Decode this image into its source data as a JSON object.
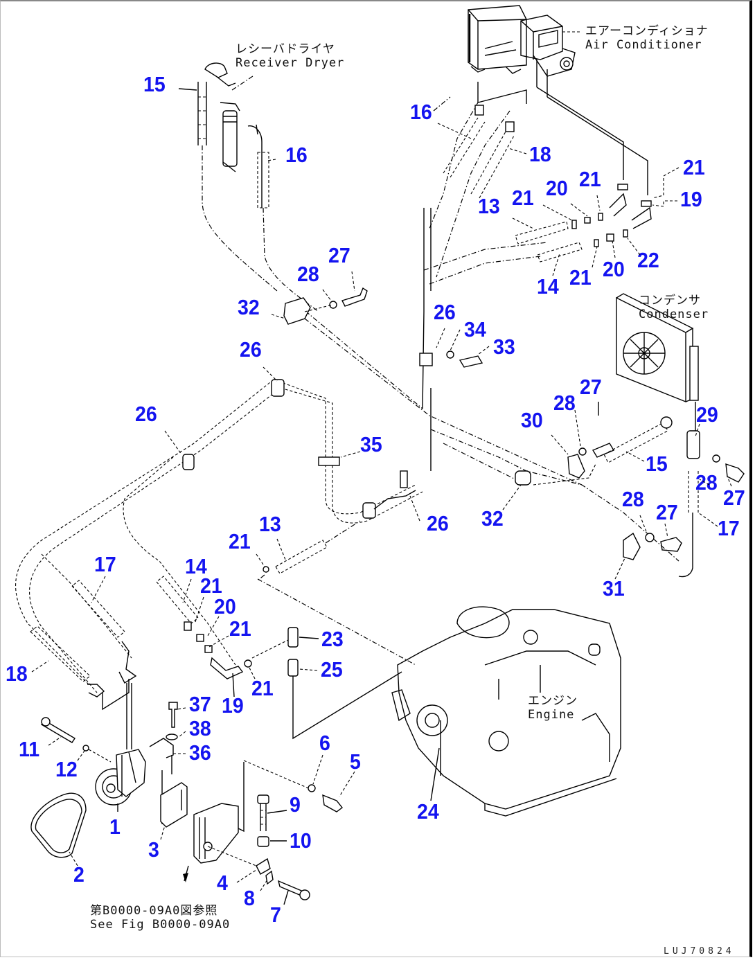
{
  "diagram": {
    "title": "Air Conditioner Piping Parts Diagram",
    "document_id": "LUJ70824",
    "colors": {
      "callout": "#1414f0",
      "line": "#000000",
      "background": "#ffffff"
    },
    "captions": {
      "receiver_dryer": {
        "jp": "レシーバドライヤ",
        "en": "Receiver Dryer"
      },
      "air_conditioner": {
        "jp": "エアーコンディショナ",
        "en": "Air Conditioner"
      },
      "condenser": {
        "jp": "コンデンサ",
        "en": "Condenser"
      },
      "engine": {
        "jp": "エンジン",
        "en": "Engine"
      },
      "see_fig": {
        "jp": "第B0000-09A0図参照",
        "en": "See Fig B0000-09A0"
      }
    },
    "callouts": [
      {
        "id": "c15a",
        "label": "15"
      },
      {
        "id": "c16a",
        "label": "16"
      },
      {
        "id": "c16b",
        "label": "16"
      },
      {
        "id": "c18a",
        "label": "18"
      },
      {
        "id": "c21a",
        "label": "21"
      },
      {
        "id": "c19a",
        "label": "19"
      },
      {
        "id": "c20a",
        "label": "20"
      },
      {
        "id": "c21b",
        "label": "21"
      },
      {
        "id": "c21c",
        "label": "21"
      },
      {
        "id": "c13a",
        "label": "13"
      },
      {
        "id": "c14a",
        "label": "14"
      },
      {
        "id": "c21d",
        "label": "21"
      },
      {
        "id": "c20b",
        "label": "20"
      },
      {
        "id": "c22a",
        "label": "22"
      },
      {
        "id": "c27a",
        "label": "27"
      },
      {
        "id": "c28a",
        "label": "28"
      },
      {
        "id": "c32a",
        "label": "32"
      },
      {
        "id": "c26a",
        "label": "26"
      },
      {
        "id": "c34a",
        "label": "34"
      },
      {
        "id": "c33a",
        "label": "33"
      },
      {
        "id": "c26b",
        "label": "26"
      },
      {
        "id": "c26c",
        "label": "26"
      },
      {
        "id": "c35a",
        "label": "35"
      },
      {
        "id": "c27b",
        "label": "27"
      },
      {
        "id": "c28b",
        "label": "28"
      },
      {
        "id": "c30a",
        "label": "30"
      },
      {
        "id": "c29a",
        "label": "29"
      },
      {
        "id": "c15b",
        "label": "15"
      },
      {
        "id": "c28c",
        "label": "28"
      },
      {
        "id": "c27c",
        "label": "27"
      },
      {
        "id": "c26d",
        "label": "26"
      },
      {
        "id": "c32b",
        "label": "32"
      },
      {
        "id": "c28d",
        "label": "28"
      },
      {
        "id": "c27d",
        "label": "27"
      },
      {
        "id": "c17a",
        "label": "17"
      },
      {
        "id": "c31a",
        "label": "31"
      },
      {
        "id": "c21e",
        "label": "21"
      },
      {
        "id": "c13b",
        "label": "13"
      },
      {
        "id": "c17b",
        "label": "17"
      },
      {
        "id": "c14b",
        "label": "14"
      },
      {
        "id": "c21f",
        "label": "21"
      },
      {
        "id": "c20c",
        "label": "20"
      },
      {
        "id": "c21g",
        "label": "21"
      },
      {
        "id": "c23a",
        "label": "23"
      },
      {
        "id": "c25a",
        "label": "25"
      },
      {
        "id": "c18b",
        "label": "18"
      },
      {
        "id": "c19b",
        "label": "19"
      },
      {
        "id": "c21h",
        "label": "21"
      },
      {
        "id": "c37a",
        "label": "37"
      },
      {
        "id": "c38a",
        "label": "38"
      },
      {
        "id": "c36a",
        "label": "36"
      },
      {
        "id": "c11a",
        "label": "11"
      },
      {
        "id": "c12a",
        "label": "12"
      },
      {
        "id": "c6a",
        "label": "6"
      },
      {
        "id": "c5a",
        "label": "5"
      },
      {
        "id": "c1a",
        "label": "1"
      },
      {
        "id": "c9a",
        "label": "9"
      },
      {
        "id": "c10a",
        "label": "10"
      },
      {
        "id": "c3a",
        "label": "3"
      },
      {
        "id": "c2a",
        "label": "2"
      },
      {
        "id": "c24a",
        "label": "24"
      },
      {
        "id": "c4a",
        "label": "4"
      },
      {
        "id": "c8a",
        "label": "8"
      },
      {
        "id": "c7a",
        "label": "7"
      }
    ]
  }
}
